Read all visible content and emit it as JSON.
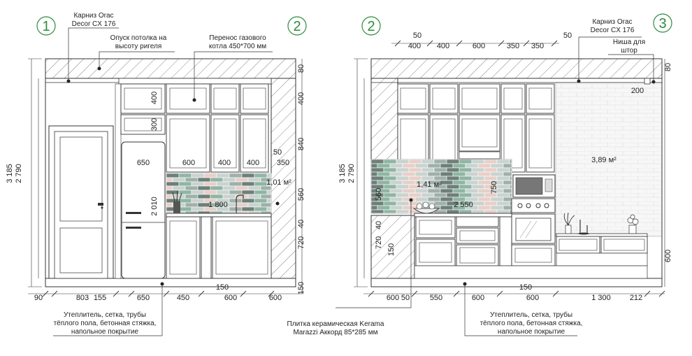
{
  "colors": {
    "badge": "#2e8b3e",
    "line": "#333333",
    "hatch": "#555555",
    "tile_light": "#c9d3d0",
    "tile_mid": "#9fb0ab",
    "tile_dark": "#6e7f7a",
    "tile_green": "#8fb5a3",
    "tile_pink": "#e8cfc9"
  },
  "badges": {
    "left_a": "1",
    "left_b": "2",
    "right_a": "2",
    "right_b": "3"
  },
  "notes": {
    "cornice_left": "Карниз Orac\nDecor CX 176",
    "ceiling_drop": "Опуск потолка на\nвысоту ригеля",
    "gas_boiler": "Перенос газового\nкотла 450*700 мм",
    "cornice_right": "Карниз Orac\nDecor CX 176",
    "curtain_niche": "Ниша для\nштор",
    "floor_left": "Утеплитель, сетка, трубы\nтёплого пола, бетонная стяжка,\nнапольное покрытие",
    "tile": "Плитка керамическая Kerama\nMarazzi Аккорд 85*285 мм",
    "floor_right": "Утеплитель, сетка, трубы\nтёплого пола, бетонная стяжка,\nнапольное покрытие"
  },
  "areas": {
    "left_backsplash": "1,01 м²",
    "right_backsplash": "1,41 м²",
    "right_wall": "3,89 м²"
  },
  "dims_left": {
    "h_total": "3 185",
    "h_room": "2 790",
    "fridge_h": "2 010",
    "top_80": "80",
    "upper_400a": "400",
    "upper_300": "300",
    "upper_400b": "400",
    "upper_840": "840",
    "w_650": "650",
    "w_600": "600",
    "w_400a": "400",
    "w_400b": "400",
    "w_350": "350",
    "n_50": "50",
    "apron_1800": "1 800",
    "right_560": "560",
    "right_40": "40",
    "right_720": "720",
    "bottom_150v": "150",
    "b_90": "90",
    "b_803": "803",
    "b_155": "155",
    "b_650": "650",
    "b_450": "450",
    "b_600a": "600",
    "b_600b": "600",
    "b_150": "150"
  },
  "dims_right": {
    "h_total": "3 185",
    "h_room": "2 790",
    "t_50a": "50",
    "t_400a": "400",
    "t_400b": "400",
    "t_600": "600",
    "t_350a": "350",
    "t_350b": "350",
    "t_50b": "50",
    "top_80": "80",
    "niche_200": "200",
    "apron_2550": "2 550",
    "h_750": "750",
    "l_560": "560",
    "l_40": "40",
    "l_720": "720",
    "l_150": "150",
    "r_600": "600",
    "b_600": "600",
    "b_50": "50",
    "b_550": "550",
    "b_600a": "600",
    "b_600b": "600",
    "b_1300": "1 300",
    "b_212": "212",
    "b_150": "150"
  }
}
